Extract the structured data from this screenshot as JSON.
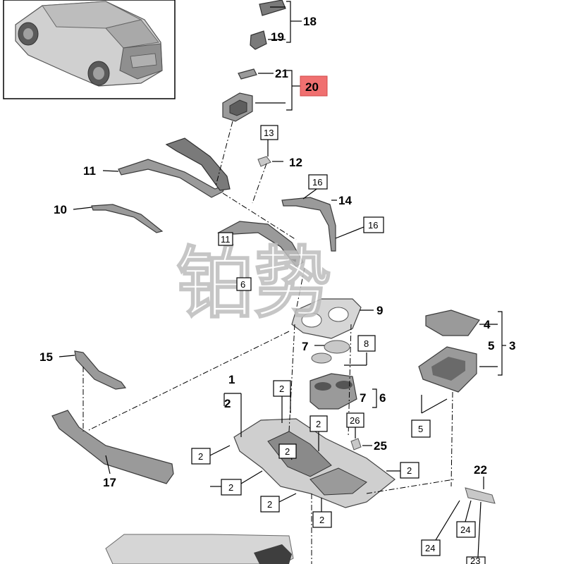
{
  "colors": {
    "highlight": "#f07070",
    "part": "#9a9a9a",
    "part_dark": "#7a7a7a",
    "line": "#000000"
  },
  "watermark": "铂势",
  "labels": {
    "n1": "1",
    "n2": "2",
    "n3": "3",
    "n4": "4",
    "n5": "5",
    "n6": "6",
    "n7": "7",
    "n9": "9",
    "n10": "10",
    "n11": "11",
    "n12": "12",
    "n14": "14",
    "n15": "15",
    "n17": "17",
    "n18": "18",
    "n19": "19",
    "n20": "20",
    "n21": "21",
    "n22": "22",
    "n25": "25"
  },
  "boxes": {
    "b13": "13",
    "b16a": "16",
    "b16b": "16",
    "b11": "11",
    "b6": "6",
    "b8": "8",
    "b26": "26",
    "b5": "5",
    "b2a": "2",
    "b2b": "2",
    "b2c": "2",
    "b2d": "2",
    "b2e": "2",
    "b2f": "2",
    "b2g": "2",
    "b2h": "2",
    "b24a": "24",
    "b24b": "24",
    "b23": "23"
  },
  "group_labels": {
    "g1_top": "1",
    "g1_bottom": "2",
    "g3_a": "4",
    "g3_b": "5",
    "g6_a": "7"
  }
}
